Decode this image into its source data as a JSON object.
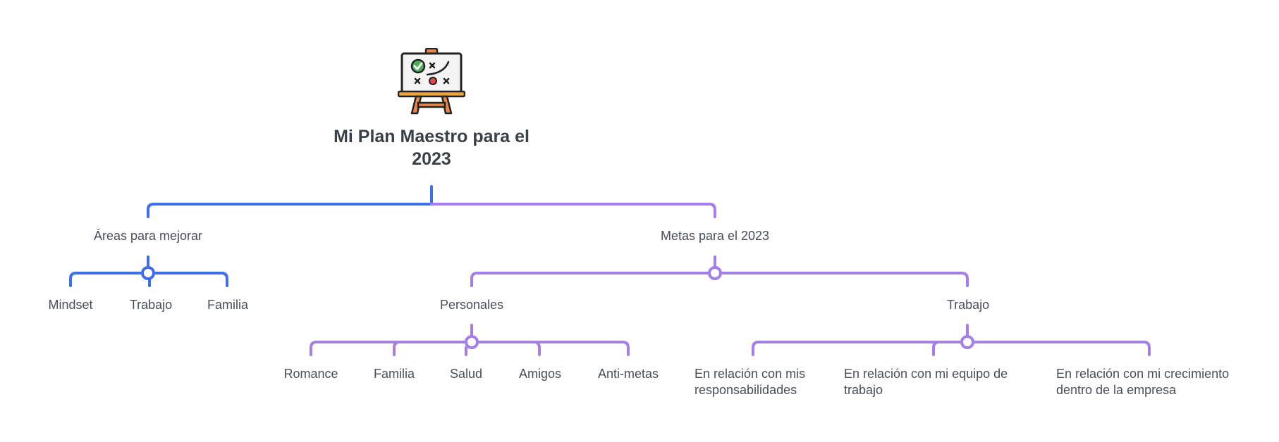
{
  "colors": {
    "blue": "#3f6fe8",
    "purple": "#a67ee8",
    "text": "#4a4f57",
    "title": "#3b3f46"
  },
  "root": {
    "title": "Mi Plan Maestro para el 2023",
    "icon": "strategy-board-icon"
  },
  "branches": {
    "areas": {
      "label": "Áreas para mejorar",
      "children": [
        "Mindset",
        "Trabajo",
        "Familia"
      ]
    },
    "metas": {
      "label": "Metas para el 2023",
      "personales": {
        "label": "Personales",
        "children": [
          "Romance",
          "Familia",
          "Salud",
          "Amigos",
          "Anti-metas"
        ]
      },
      "trabajo": {
        "label": "Trabajo",
        "children": [
          "En relación con mis responsabilidades",
          "En relación con mi equipo de trabajo",
          "En relación con mi crecimiento dentro de la empresa"
        ]
      }
    }
  }
}
